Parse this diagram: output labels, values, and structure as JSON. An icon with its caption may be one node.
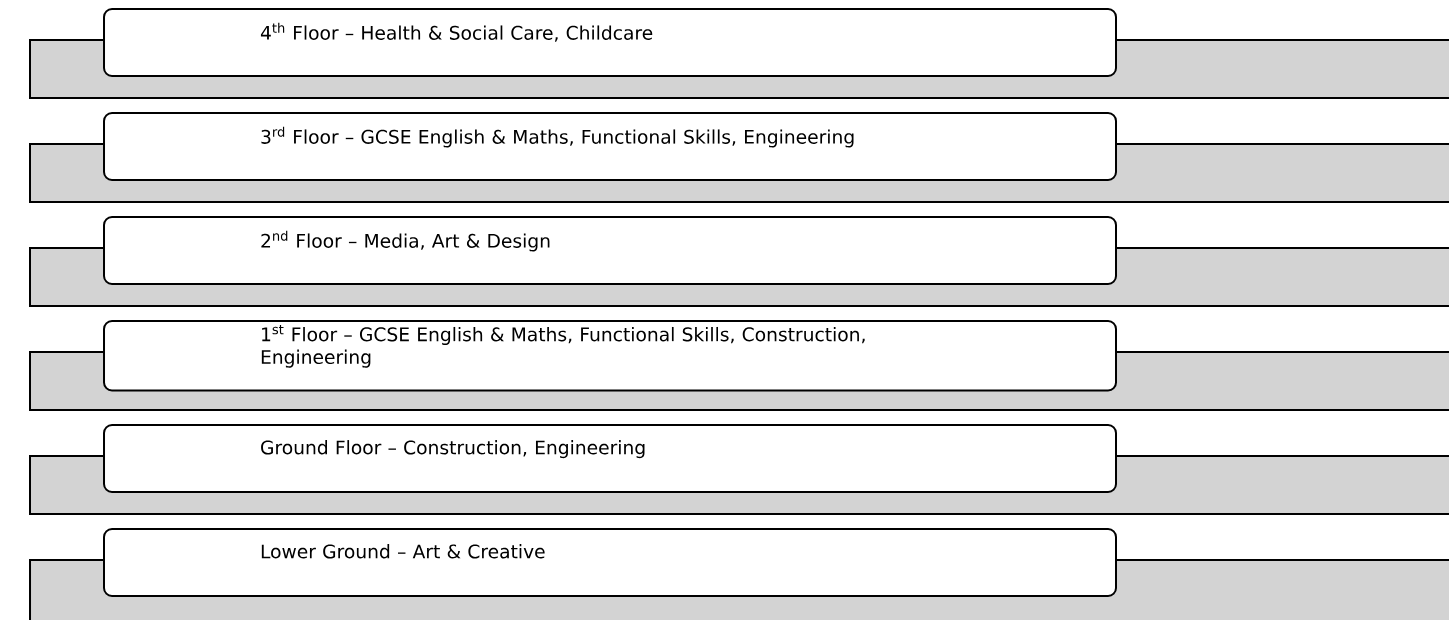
{
  "diagram": {
    "nodes": [
      {
        "text": [
          "4$^{th}$ Floor – Health & Social Care, Childcare"
        ]
      },
      {
        "text": [
          "3$^{rd}$ Floor – GCSE English & Maths, Functional Skills, Engineering"
        ]
      },
      {
        "text": [
          "2$^{nd}$ Floor – Media, Art & Design"
        ]
      },
      {
        "text": [
          "1$^{st}$ Floor – GCSE English & Maths, Functional Skills, Construction, Engineering"
        ]
      },
      {
        "text": [
          "Ground Floor – Construction, Engineering"
        ]
      },
      {
        "text": [
          "Lower Ground – Art & Creative"
        ]
      }
    ]
  }
}
